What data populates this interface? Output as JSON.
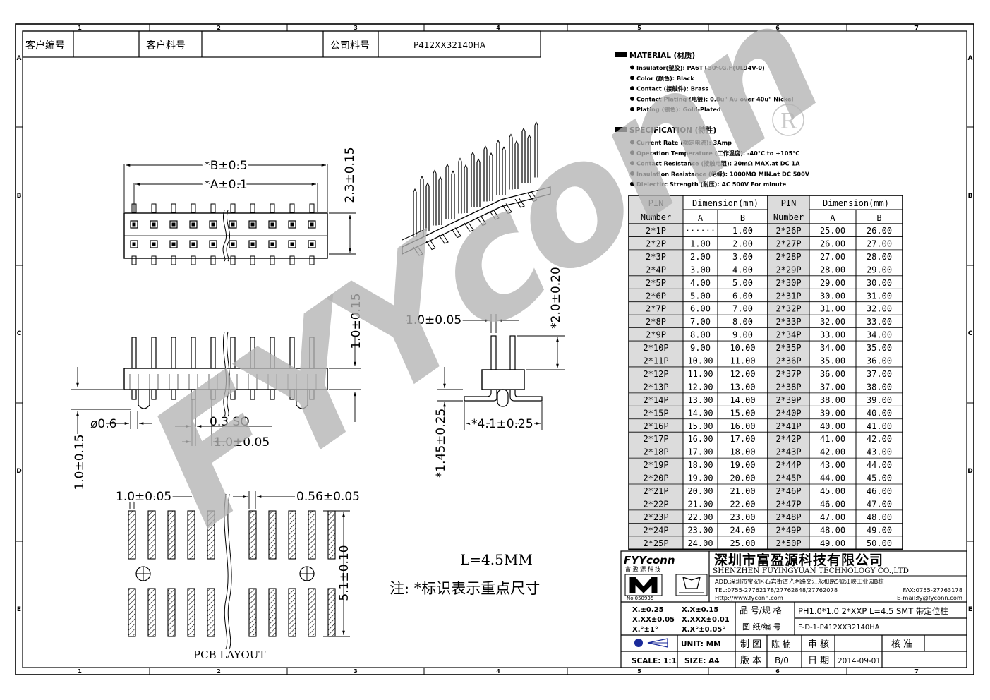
{
  "border": {
    "col_labels": [
      "1",
      "2",
      "3",
      "4",
      "5",
      "6",
      "7"
    ],
    "row_labels": [
      "A",
      "B",
      "C",
      "D",
      "E"
    ]
  },
  "top_fields": {
    "customer_no_label": "客户编号",
    "customer_no_value": "",
    "customer_part_label": "客户料号",
    "customer_part_value": "",
    "company_part_label": "公司料号",
    "company_part_value": "P412XX32140HA"
  },
  "material": {
    "title": "MATERIAL (材质)",
    "lines": [
      "Insulator(塑胶): PA6T+30%G.F(UL94V-0)",
      "Color (颜色): Black",
      "Contact (接触件): Brass",
      "Contact Plating (电镀): 0.8u\" Au  over 40u\" Nickel",
      "Plating (镀色): Gold-Plated"
    ]
  },
  "specification": {
    "title": "SPECIFICATION (特性)",
    "lines": [
      "Current Rate (额定电流):  3Amp",
      "Operation Temperature (工作温度): -40°C to +105°C",
      "Contact Resistance (接触电阻): 20mΩ MAX.at DC 1A",
      "Insulation Resistance (绝缘): 1000MΩ MIN.at DC 500V",
      "Dielectirc Strength (耐压): AC 500V For minute"
    ]
  },
  "registered_mark": "R",
  "dimension_table": {
    "header_pin": "PIN",
    "header_number": "Number",
    "header_dimension": "Dimension(mm)",
    "header_a": "A",
    "header_b": "B",
    "left_rows": [
      [
        "2*1P",
        "······",
        "1.00"
      ],
      [
        "2*2P",
        "1.00",
        "2.00"
      ],
      [
        "2*3P",
        "2.00",
        "3.00"
      ],
      [
        "2*4P",
        "3.00",
        "4.00"
      ],
      [
        "2*5P",
        "4.00",
        "5.00"
      ],
      [
        "2*6P",
        "5.00",
        "6.00"
      ],
      [
        "2*7P",
        "6.00",
        "7.00"
      ],
      [
        "2*8P",
        "7.00",
        "8.00"
      ],
      [
        "2*9P",
        "8.00",
        "9.00"
      ],
      [
        "2*10P",
        "9.00",
        "10.00"
      ],
      [
        "2*11P",
        "10.00",
        "11.00"
      ],
      [
        "2*12P",
        "11.00",
        "12.00"
      ],
      [
        "2*13P",
        "12.00",
        "13.00"
      ],
      [
        "2*14P",
        "13.00",
        "14.00"
      ],
      [
        "2*15P",
        "14.00",
        "15.00"
      ],
      [
        "2*16P",
        "15.00",
        "16.00"
      ],
      [
        "2*17P",
        "16.00",
        "17.00"
      ],
      [
        "2*18P",
        "17.00",
        "18.00"
      ],
      [
        "2*19P",
        "18.00",
        "19.00"
      ],
      [
        "2*20P",
        "19.00",
        "20.00"
      ],
      [
        "2*21P",
        "20.00",
        "21.00"
      ],
      [
        "2*22P",
        "21.00",
        "22.00"
      ],
      [
        "2*23P",
        "22.00",
        "23.00"
      ],
      [
        "2*24P",
        "23.00",
        "24.00"
      ],
      [
        "2*25P",
        "24.00",
        "25.00"
      ]
    ],
    "right_rows": [
      [
        "2*26P",
        "25.00",
        "26.00"
      ],
      [
        "2*27P",
        "26.00",
        "27.00"
      ],
      [
        "2*28P",
        "27.00",
        "28.00"
      ],
      [
        "2*29P",
        "28.00",
        "29.00"
      ],
      [
        "2*30P",
        "29.00",
        "30.00"
      ],
      [
        "2*31P",
        "30.00",
        "31.00"
      ],
      [
        "2*32P",
        "31.00",
        "32.00"
      ],
      [
        "2*33P",
        "32.00",
        "33.00"
      ],
      [
        "2*34P",
        "33.00",
        "34.00"
      ],
      [
        "2*35P",
        "34.00",
        "35.00"
      ],
      [
        "2*36P",
        "35.00",
        "36.00"
      ],
      [
        "2*37P",
        "36.00",
        "37.00"
      ],
      [
        "2*38P",
        "37.00",
        "38.00"
      ],
      [
        "2*39P",
        "38.00",
        "39.00"
      ],
      [
        "2*40P",
        "39.00",
        "40.00"
      ],
      [
        "2*41P",
        "40.00",
        "41.00"
      ],
      [
        "2*42P",
        "41.00",
        "42.00"
      ],
      [
        "2*43P",
        "42.00",
        "43.00"
      ],
      [
        "2*44P",
        "43.00",
        "44.00"
      ],
      [
        "2*45P",
        "44.00",
        "45.00"
      ],
      [
        "2*46P",
        "45.00",
        "46.00"
      ],
      [
        "2*47P",
        "46.00",
        "47.00"
      ],
      [
        "2*48P",
        "47.00",
        "48.00"
      ],
      [
        "2*49P",
        "48.00",
        "49.00"
      ],
      [
        "2*50P",
        "49.00",
        "50.00"
      ]
    ]
  },
  "dimensions": {
    "b_width": "*B±0.5",
    "a_width": "*A±0.1",
    "top_height": "2.3±0.15",
    "pin_above": "1.0±0.15",
    "pin_dia": "ø0.6",
    "pin_sq": "0.3 SQ",
    "pitch_front": "1.0±0.05",
    "left_height": "1.0±0.15",
    "side_pitch": "1.0±0.05",
    "side_height": "*2.0±0.20",
    "side_foot_height": "*1.45±0.25",
    "side_width": "*4.1±0.25",
    "pad_pitch": "1.0±0.05",
    "pad_width": "0.56±0.05",
    "pad_span": "5.1±0.10"
  },
  "notes": {
    "length": "L=4.5MM",
    "key_dims": "注: *标识表示重点尺寸",
    "pcb_layout": "PCB  LAYOUT"
  },
  "watermark": "FYYconn",
  "company": {
    "logo": "FYYconn",
    "logo_sub": "富 盈 源 科 技",
    "name_cn": "深圳市富盈源科技有限公司",
    "name_en": "SHENZHEN FUYINGYUAN TECHNOLOGY CO.,LTD",
    "address": "ADD:深圳市宝安区石岩街道光明路交汇永和路5號江峡工业园B栋",
    "tel": "TEL:0755-27762178/27762848/27762078",
    "fax": "FAX:0755-27763178",
    "http": "Http://www.fyconn.com",
    "email": "E-mail:fy@fyconn.com",
    "cert_no": "No.050935"
  },
  "tolerances": {
    "t1": "X.±0.25",
    "t2": "X.X±0.15",
    "t3": "X.XX±0.05",
    "t4": "X.XXX±0.01",
    "t5": "X.°±1°",
    "t6": "X.X°±0.05°"
  },
  "title_block": {
    "product_label": "品 号/规 格",
    "product_value": "PH1.0*1.0 2*XXP L=4.5 SMT 带定位柱",
    "drawing_no_label": "图 纸/编 号",
    "drawing_no_value": "F-D-1-P412XX32140HA",
    "unit_label": "UNIT: MM",
    "drawn_label": "制 图",
    "drawn_value": "陈 楠",
    "review_label": "审 核",
    "approve_label": "核 准",
    "scale_label": "SCALE: 1:1",
    "size_label": "SIZE: A4",
    "version_label": "版 本",
    "version_value": "B/0",
    "date_label": "日 期",
    "date_value": "2014-09-01"
  }
}
